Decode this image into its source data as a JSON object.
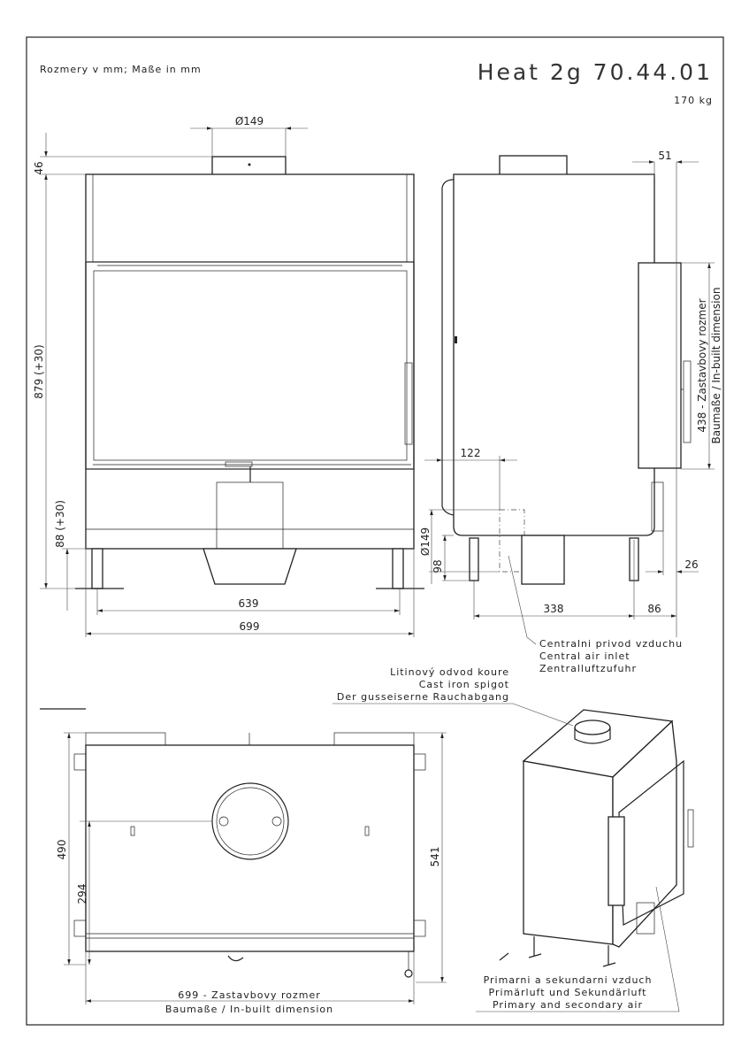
{
  "header": {
    "units_note": "Rozmery v mm; Maße in mm",
    "model_title": "Heat 2g 70.44.01",
    "weight": "170 kg"
  },
  "front_view": {
    "flue_diameter": "Ø149",
    "dim_top": "46",
    "dim_height": "879 (+30)",
    "dim_bottom": "88 (+30)",
    "dim_inner_width": "639",
    "dim_width": "699"
  },
  "side_view": {
    "dim_top_offset": "51",
    "dim_inbuilt_line1": "438 - Zastavbovy rozmer",
    "dim_inbuilt_line2": "Baumaße / In-built dimension",
    "dim_inlet_offset": "122",
    "dim_inlet_diameter": "Ø149",
    "dim_inlet_height": "98",
    "dim_leg_spacing": "338",
    "dim_rear": "86",
    "dim_side": "26",
    "air_inlet_labels": [
      "Centralni privod vzduchu",
      "Central air inlet",
      "Zentralluftzufuhr"
    ]
  },
  "top_view": {
    "dim_depth": "490",
    "dim_flue_offset": "294",
    "dim_total_depth": "541",
    "dim_width_line1": "699 - Zastavbovy rozmer",
    "dim_width_line2": "Baumaße / In-built dimension"
  },
  "iso_view": {
    "spigot_labels": [
      "Litinový odvod koure",
      "Cast iron spigot",
      "Der gusseiserne Rauchabgang"
    ],
    "air_labels": [
      "Primarni a sekundarni vzduch",
      "Primärluft und Sekundärluft",
      "Primary and secondary air"
    ]
  }
}
